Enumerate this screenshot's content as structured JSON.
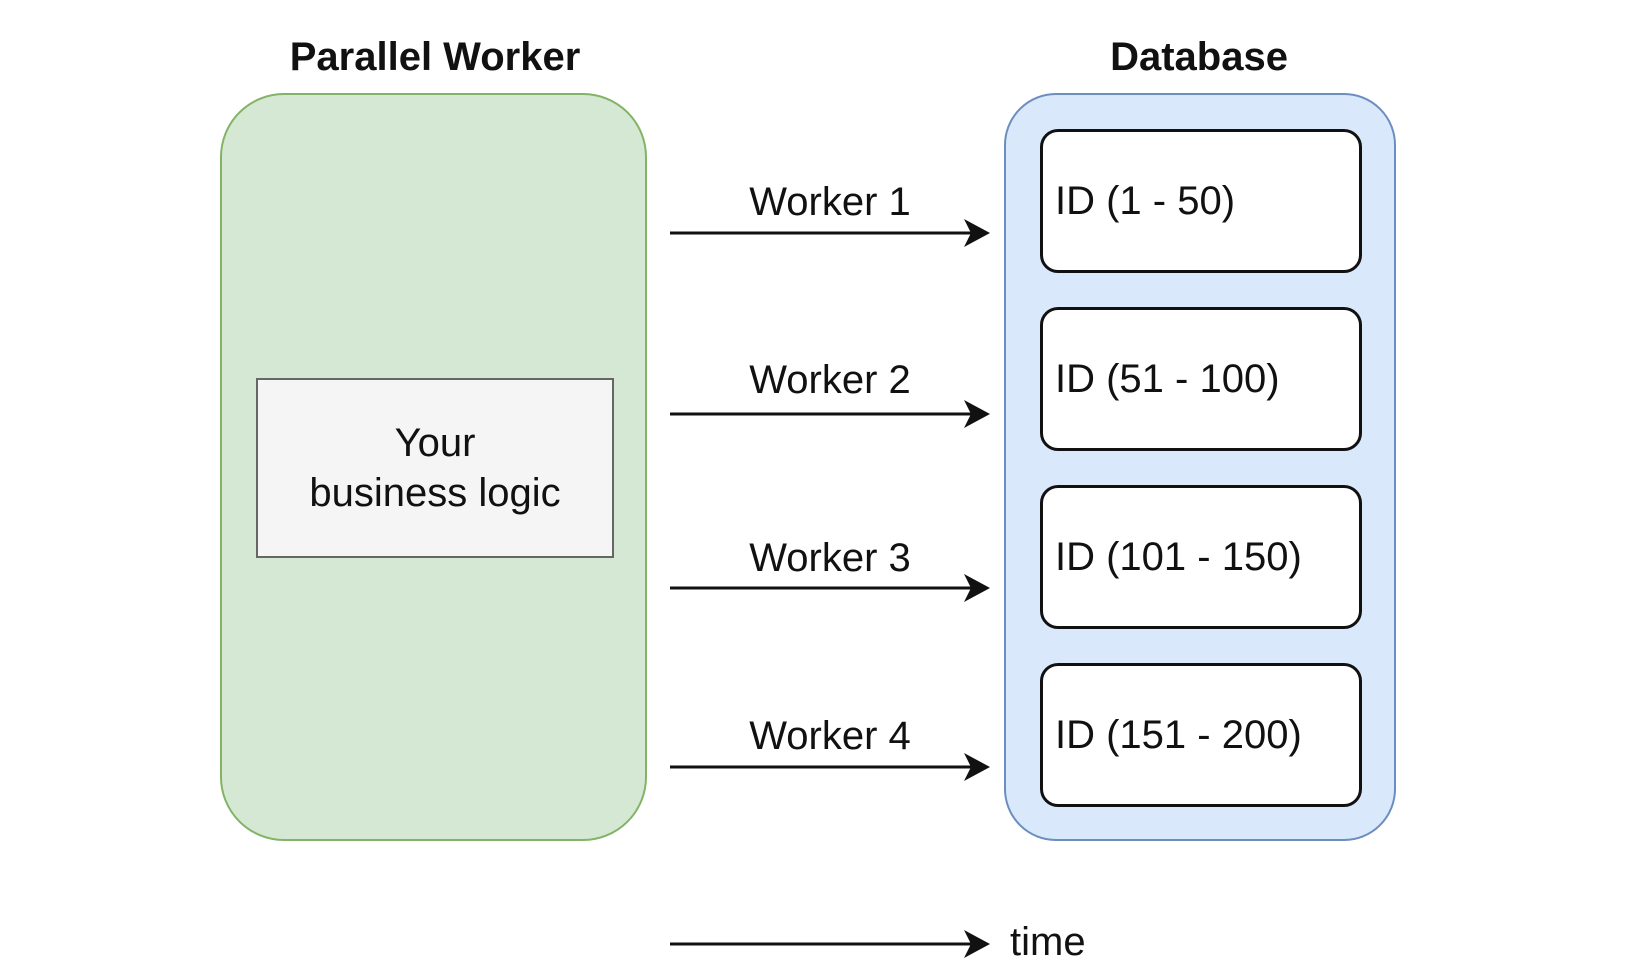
{
  "worker_panel": {
    "title": "Parallel Worker",
    "logic_line1": "Your",
    "logic_line2": "business logic"
  },
  "database_panel": {
    "title": "Database",
    "partitions": [
      "ID (1 - 50)",
      "ID (51 - 100)",
      "ID (101 - 150)",
      "ID (151 - 200)"
    ]
  },
  "workers": [
    "Worker 1",
    "Worker 2",
    "Worker 3",
    "Worker 4"
  ],
  "time_label": "time",
  "colors": {
    "worker_fill": "#d5e8d4",
    "worker_stroke": "#82b366",
    "db_fill": "#dae8fc",
    "db_stroke": "#6c8ebf",
    "logic_fill": "#f5f5f5"
  }
}
